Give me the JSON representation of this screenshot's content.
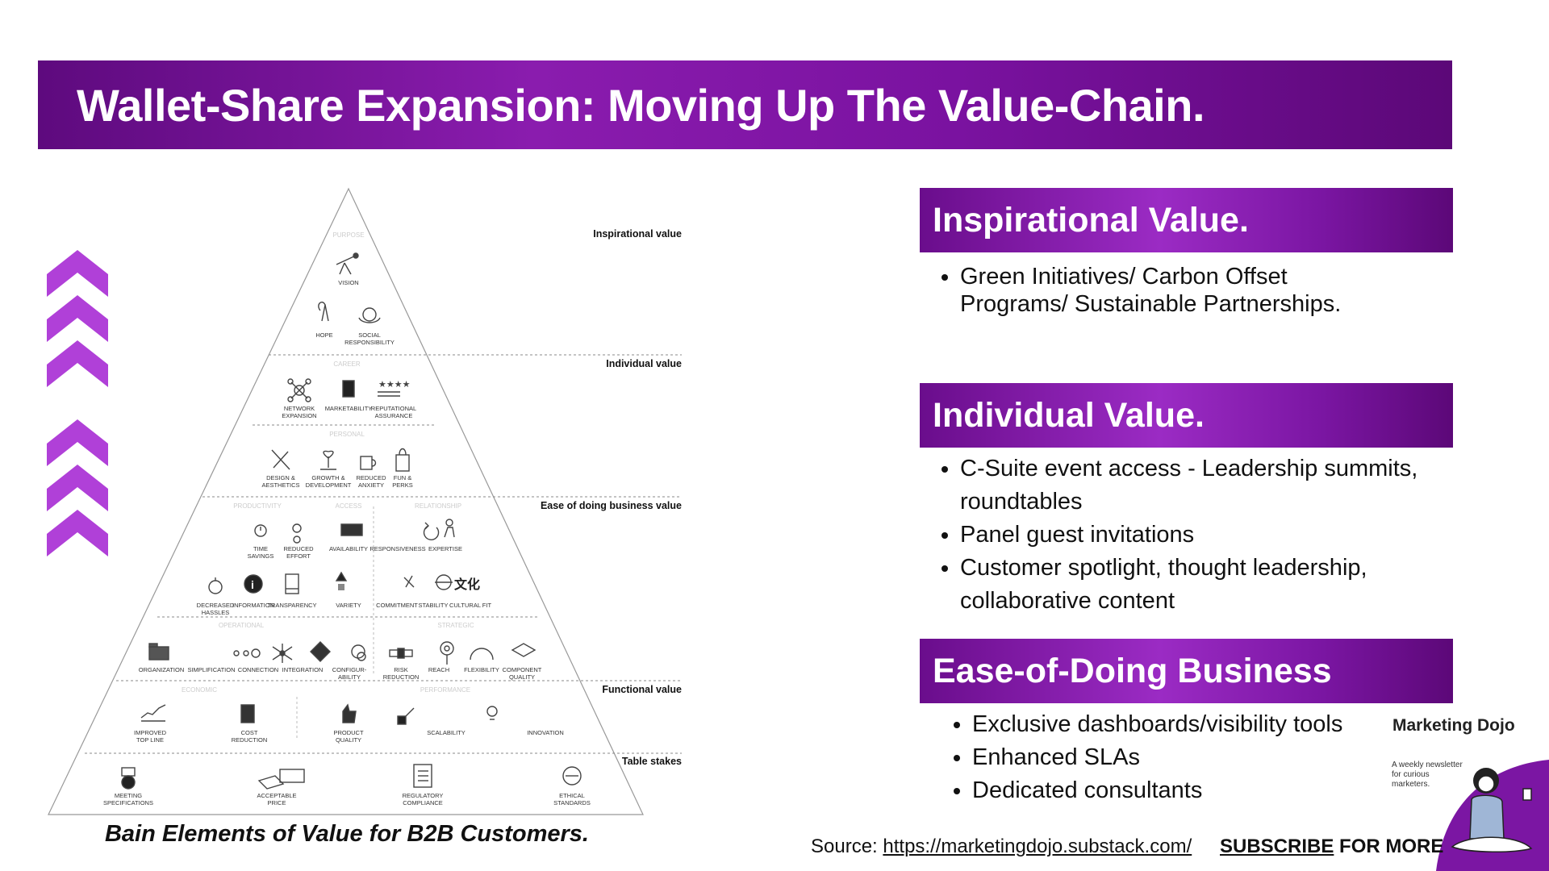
{
  "title": "Wallet-Share Expansion: Moving Up The Value-Chain.",
  "pyramid": {
    "caption": "Bain Elements of Value for B2B Customers.",
    "tiers": {
      "inspirational": "Inspirational value",
      "individual": "Individual value",
      "ease": "Ease of doing business value",
      "functional": "Functional value",
      "table_stakes": "Table stakes"
    },
    "categories": {
      "purpose": "PURPOSE",
      "career": "CAREER",
      "personal": "PERSONAL",
      "productivity": "PRODUCTIVITY",
      "access": "ACCESS",
      "relationship": "RELATIONSHIP",
      "operational": "OPERATIONAL",
      "strategic": "STRATEGIC",
      "economic": "ECONOMIC",
      "performance": "PERFORMANCE"
    },
    "elements": {
      "vision": "VISION",
      "hope": "HOPE",
      "social_1": "SOCIAL",
      "social_2": "RESPONSIBILITY",
      "network_1": "NETWORK",
      "network_2": "EXPANSION",
      "marketability": "MARKETABILITY",
      "reputational_1": "REPUTATIONAL",
      "reputational_2": "ASSURANCE",
      "design_1": "DESIGN &",
      "design_2": "AESTHETICS",
      "growth_1": "GROWTH &",
      "growth_2": "DEVELOPMENT",
      "anxiety_1": "REDUCED",
      "anxiety_2": "ANXIETY",
      "fun_1": "FUN &",
      "fun_2": "PERKS",
      "time_1": "TIME",
      "time_2": "SAVINGS",
      "effort_1": "REDUCED",
      "effort_2": "EFFORT",
      "availability": "AVAILABILITY",
      "responsiveness": "RESPONSIVENESS",
      "expertise": "EXPERTISE",
      "hassles_1": "DECREASED",
      "hassles_2": "HASSLES",
      "information": "INFORMATION",
      "transparency": "TRANSPARENCY",
      "variety": "VARIETY",
      "commitment": "COMMITMENT",
      "stability": "STABILITY",
      "cultural": "CULTURAL FIT",
      "organization": "ORGANIZATION",
      "simplification": "SIMPLIFICATION",
      "connection": "CONNECTION",
      "integration": "INTEGRATION",
      "config_1": "CONFIGUR-",
      "config_2": "ABILITY",
      "risk_1": "RISK",
      "risk_2": "REDUCTION",
      "reach": "REACH",
      "flexibility": "FLEXIBILITY",
      "component_1": "COMPONENT",
      "component_2": "QUALITY",
      "improved_1": "IMPROVED",
      "improved_2": "TOP LINE",
      "cost_1": "COST",
      "cost_2": "REDUCTION",
      "product_1": "PRODUCT",
      "product_2": "QUALITY",
      "scalability": "SCALABILITY",
      "innovation": "INNOVATION",
      "meeting_1": "MEETING",
      "meeting_2": "SPECIFICATIONS",
      "price_1": "ACCEPTABLE",
      "price_2": "PRICE",
      "regulatory_1": "REGULATORY",
      "regulatory_2": "COMPLIANCE",
      "ethical_1": "ETHICAL",
      "ethical_2": "STANDARDS",
      "cultural_glyph": "文化"
    }
  },
  "sections": [
    {
      "heading": "Inspirational Value.",
      "bullets": [
        "Green Initiatives/ Carbon Offset Programs/ Sustainable Partnerships."
      ]
    },
    {
      "heading": "Individual Value.",
      "bullets": [
        "C-Suite event access - Leadership summits, roundtables",
        "Panel guest invitations",
        "Customer spotlight, thought leadership, collaborative content"
      ]
    },
    {
      "heading": "Ease-of-Doing Business",
      "bullets": [
        "Exclusive dashboards/visibility tools",
        "Enhanced SLAs",
        "Dedicated consultants"
      ]
    }
  ],
  "brand": {
    "name": "Marketing Dojo",
    "tagline": "A weekly newsletter for curious marketers."
  },
  "footer": {
    "source_label": "Source:",
    "source_url": "https://marketingdojo.substack.com/",
    "subscribe": "SUBSCRIBE",
    "for_more": " FOR MORE"
  },
  "colors": {
    "accent": "#7b16a3",
    "chevron": "#b040d8",
    "dark_purple": "#5c0878"
  }
}
